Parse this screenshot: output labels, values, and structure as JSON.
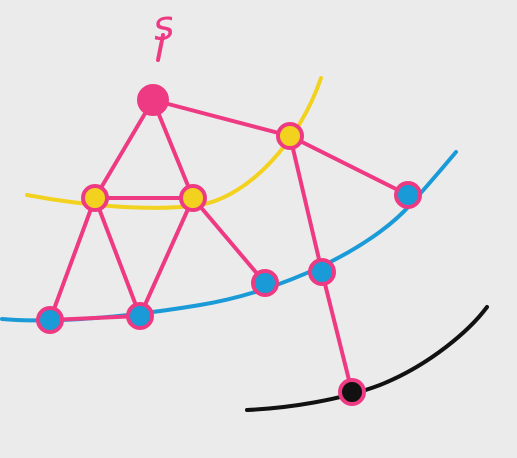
{
  "source_label": "s",
  "colors": {
    "background": "#ebebec",
    "graph_edges": "#ee3a82",
    "layer_1_curve": "#f2d21f",
    "layer_2_curve": "#1a9ad6",
    "layer_3_curve": "#111111"
  },
  "nodes": [
    {
      "id": "s",
      "layer": 0
    },
    {
      "id": "a",
      "layer": 1
    },
    {
      "id": "b",
      "layer": 1
    },
    {
      "id": "c",
      "layer": 1
    },
    {
      "id": "d",
      "layer": 2
    },
    {
      "id": "e",
      "layer": 2
    },
    {
      "id": "f",
      "layer": 2
    },
    {
      "id": "g",
      "layer": 2
    },
    {
      "id": "h",
      "layer": 2
    },
    {
      "id": "i",
      "layer": 3
    }
  ],
  "edges": [
    [
      "s",
      "a"
    ],
    [
      "s",
      "b"
    ],
    [
      "s",
      "c"
    ],
    [
      "a",
      "b"
    ],
    [
      "a",
      "d"
    ],
    [
      "a",
      "e"
    ],
    [
      "b",
      "e"
    ],
    [
      "b",
      "f"
    ],
    [
      "d",
      "e"
    ],
    [
      "c",
      "g"
    ],
    [
      "c",
      "h"
    ],
    [
      "g",
      "i"
    ]
  ]
}
